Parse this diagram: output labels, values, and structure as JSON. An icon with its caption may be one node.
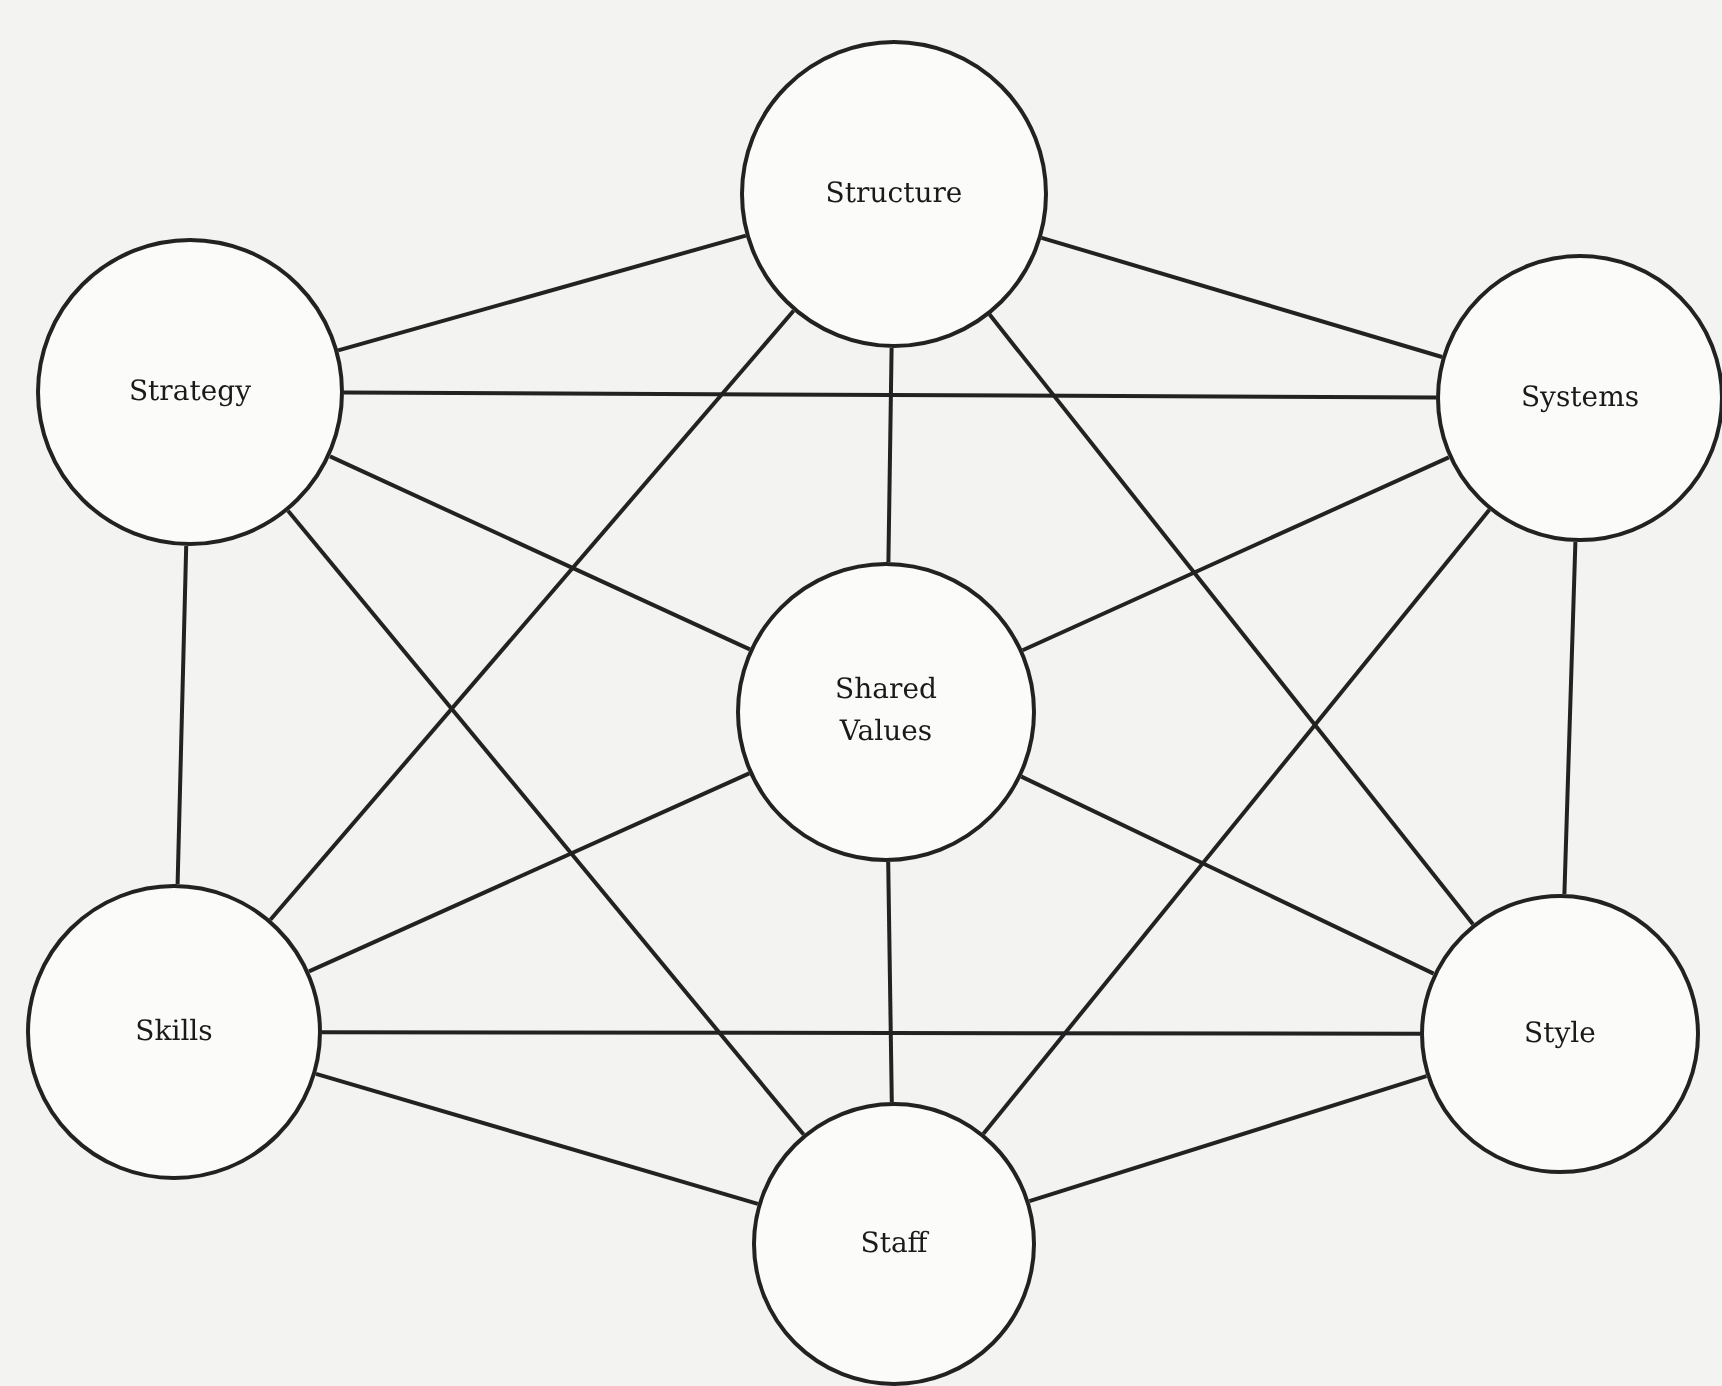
{
  "diagram": {
    "nodes": [
      {
        "text": [
          "Structure"
        ]
      },
      {
        "text": [
          "Strategy"
        ]
      },
      {
        "text": [
          "Systems"
        ]
      },
      {
        "text": [
          "Shared Values"
        ]
      },
      {
        "text": [
          "Skills"
        ]
      },
      {
        "text": [
          "Style"
        ]
      },
      {
        "text": [
          "Staff"
        ]
      }
    ],
    "edges": [
      {
        "from": 1,
        "to": 0,
        "arrow": "none"
      },
      {
        "from": 0,
        "to": 2,
        "arrow": "none"
      },
      {
        "from": 1,
        "to": 2,
        "arrow": "none"
      },
      {
        "from": 1,
        "to": 3,
        "arrow": "none"
      },
      {
        "from": 1,
        "to": 4,
        "arrow": "none"
      },
      {
        "from": 1,
        "to": 6,
        "arrow": "none"
      },
      {
        "from": 0,
        "to": 3,
        "arrow": "none"
      },
      {
        "from": 0,
        "to": 4,
        "arrow": "none"
      },
      {
        "from": 0,
        "to": 5,
        "arrow": "none"
      },
      {
        "from": 2,
        "to": 3,
        "arrow": "none"
      },
      {
        "from": 2,
        "to": 5,
        "arrow": "none"
      },
      {
        "from": 3,
        "to": 5,
        "arrow": "none"
      },
      {
        "from": 3,
        "to": 4,
        "arrow": "none"
      },
      {
        "from": 3,
        "to": 6,
        "arrow": "none"
      },
      {
        "from": 4,
        "to": 5,
        "arrow": "none"
      },
      {
        "from": 4,
        "to": 6,
        "arrow": "none"
      },
      {
        "from": 6,
        "to": 5,
        "arrow": "none"
      },
      {
        "from": 6,
        "to": 2,
        "arrow": "none"
      }
    ]
  }
}
